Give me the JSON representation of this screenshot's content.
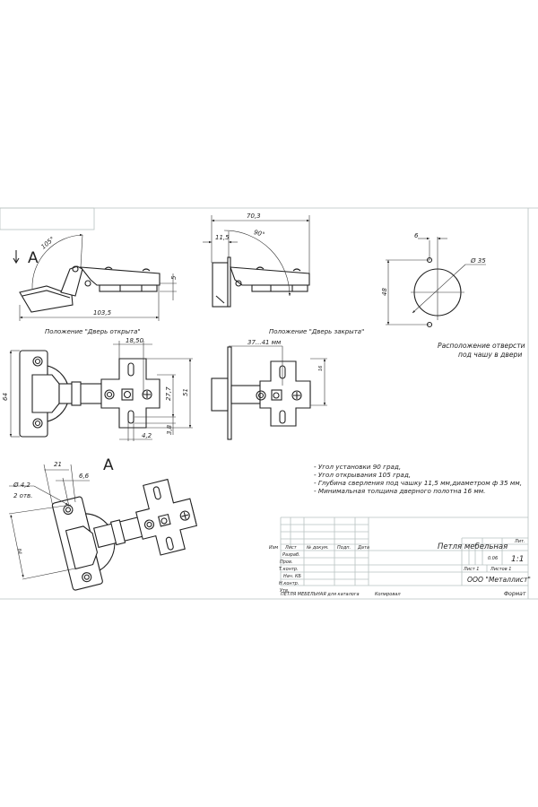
{
  "view_label": "A",
  "open_view": {
    "angle": "105°",
    "dim_length": "103,5",
    "dim_height": "5",
    "caption": "Положение \"Дверь открыта\""
  },
  "closed_view": {
    "dim_length": "70,3",
    "dim_offset": "11,5",
    "angle": "90°",
    "caption": "Положение \"Дверь закрыта\""
  },
  "cup_hole": {
    "dim_offset": "6",
    "dim_diameter": "Ø 35",
    "dim_spacing": "48",
    "caption_line1": "Расположение   отверсти",
    "caption_line2": "под чашу в двери"
  },
  "front_open": {
    "dim_plate": "64",
    "dim_width": "18,50",
    "dim_height": "51",
    "dim_inner": "27,7",
    "dim_small": "3,8",
    "dim_slot": "4,2"
  },
  "front_closed": {
    "dim_range": "37...41 мм",
    "dim_height": "16"
  },
  "view_a": {
    "dim_21": "21",
    "dim_66": "6,6",
    "dim_hole": "Ø 4,2",
    "dim_holes_count": "2 отв.",
    "dim_84": "84"
  },
  "notes": [
    "- Угол установки 90 град,",
    "- Угол открывания 105 град,",
    "- Глубина сверления под чашку 11,5 мм,диаметром ф 35 мм,",
    "- Минимальная толщина дверного полотна 16 мм."
  ],
  "title_block": {
    "headers": [
      "Изм",
      "Лист",
      "№ докум.",
      "Подп.",
      "Дата"
    ],
    "roles": [
      "Разраб.",
      "Пров.",
      "Т.контр.",
      "Нач. КБ",
      "Н.контр.",
      "Утв."
    ],
    "name": "Петля мебельная",
    "lit": "Лит.",
    "mass": "0.06",
    "scale": "1:1",
    "sheet": "Лист 1",
    "sheets": "Листов 1",
    "company": "ООО \"Металлист\"",
    "footer_doc": "ПЕТЛЯ МЕБЕЛЬНАЯ  для каталога",
    "footer_copy": "Копировал",
    "footer_format": "Формат"
  }
}
